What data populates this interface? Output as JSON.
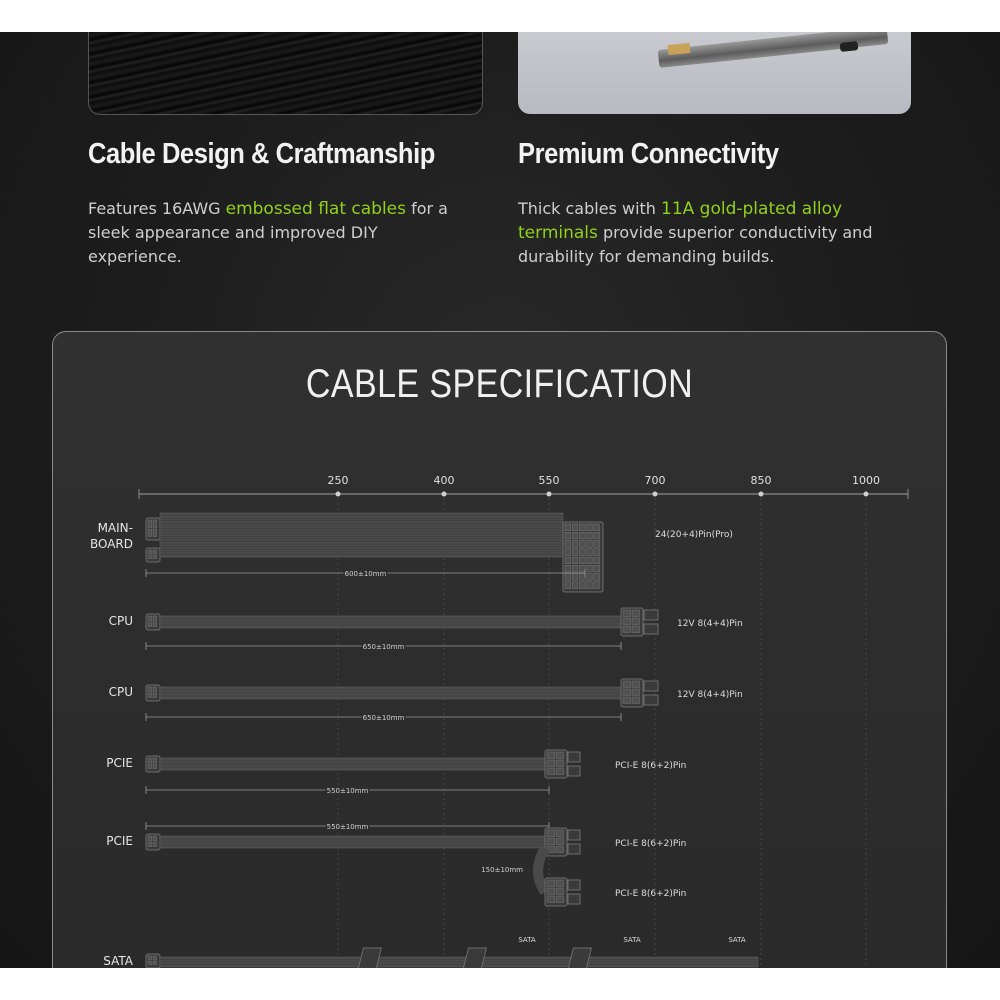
{
  "features": [
    {
      "title": "Cable Design & Craftmanship",
      "text_before": "Features 16AWG ",
      "highlight": "embossed flat cables",
      "text_after": " for a sleek appearance and improved DIY experience."
    },
    {
      "title": "Premium Connectivity",
      "text_before": "Thick cables with ",
      "highlight": "11A gold-plated alloy terminals",
      "text_after": " provide superior conductivity and durability for demanding builds."
    }
  ],
  "spec": {
    "title": "CABLE SPECIFICATION",
    "scale_ticks": [
      "250",
      "400",
      "550",
      "700",
      "850",
      "1000"
    ],
    "rows": [
      {
        "label_lines": [
          "MAIN-",
          "BOARD"
        ],
        "connector": "24(20+4)Pin(Pro)",
        "length": "600±10mm"
      },
      {
        "label_lines": [
          "CPU"
        ],
        "connector": "12V 8(4+4)Pin",
        "length": "650±10mm"
      },
      {
        "label_lines": [
          "CPU"
        ],
        "connector": "12V 8(4+4)Pin",
        "length": "650±10mm"
      },
      {
        "label_lines": [
          "PCIE"
        ],
        "connector": "PCI-E 8(6+2)Pin",
        "length": "550±10mm"
      },
      {
        "label_lines": [
          "PCIE"
        ],
        "connector": "PCI-E 8(6+2)Pin",
        "connector_2": "PCI-E 8(6+2)Pin",
        "length": "550±10mm",
        "length_2": "150±10mm"
      },
      {
        "label_lines": [
          "SATA"
        ],
        "sata_labels": [
          "SATA",
          "SATA",
          "SATA"
        ]
      }
    ]
  },
  "colors": {
    "background": "#1c1c1c",
    "accent_green": "#8fd11d",
    "panel": "#2e2e2e",
    "cable": "#4a4a4a"
  }
}
